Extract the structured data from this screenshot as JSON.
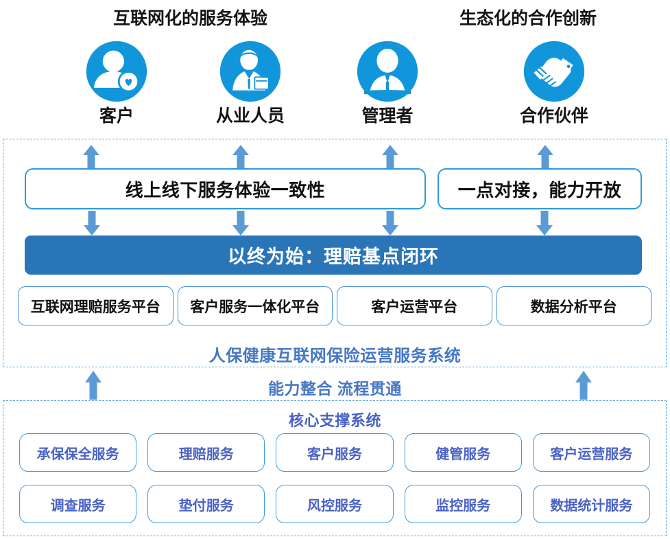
{
  "headings": {
    "left": "互联网化的服务体验",
    "right": "生态化的合作创新"
  },
  "personas": [
    {
      "label": "客户",
      "icon": "customer-person-heart-icon"
    },
    {
      "label": "从业人员",
      "icon": "staff-person-folder-icon"
    },
    {
      "label": "管理者",
      "icon": "manager-person-suit-icon"
    },
    {
      "label": "合作伙伴",
      "icon": "handshake-partner-icon"
    }
  ],
  "experience_boxes": [
    {
      "label": "线上线下服务体验一致性"
    },
    {
      "label": "一点对接，能力开放"
    }
  ],
  "banner": {
    "label": "以终为始：理赔基点闭环"
  },
  "platforms": [
    {
      "label": "互联网理赔服务平台"
    },
    {
      "label": "客户服务一体化平台"
    },
    {
      "label": "客户运营平台"
    },
    {
      "label": "数据分析平台"
    }
  ],
  "system_caption": "人保健康互联网保险运营服务系统",
  "bridge_caption": "能力整合  流程贯通",
  "core": {
    "caption": "核心支撑系统",
    "rows": [
      [
        {
          "label": "承保保全服务"
        },
        {
          "label": "理赔服务"
        },
        {
          "label": "客户服务"
        },
        {
          "label": "健管服务"
        },
        {
          "label": "客户运营服务"
        }
      ],
      [
        {
          "label": "调查服务"
        },
        {
          "label": "垫付服务"
        },
        {
          "label": "风控服务"
        },
        {
          "label": "监控服务"
        },
        {
          "label": "数据统计服务"
        }
      ]
    ]
  },
  "colors": {
    "icon_blue": "#1296db",
    "banner_blue": "#2a75b8",
    "arrow_blue": "#5b9bd5",
    "outline_blue": "#2c9ae0",
    "dashed_blue": "#56a2e0",
    "caption_blue": "#4577c5",
    "core_text_blue": "#4a62c3",
    "heading_black": "#151515"
  }
}
